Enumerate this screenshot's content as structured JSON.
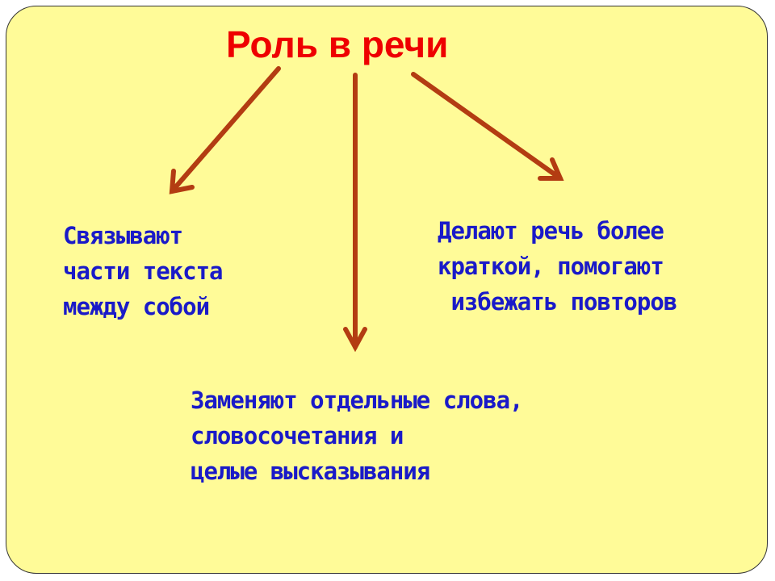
{
  "title": "Роль в речи",
  "colors": {
    "background": "#FFFB98",
    "title": "#EE0000",
    "text": "#1A1AC8",
    "arrow": "#B33C12"
  },
  "branches": [
    {
      "lines": [
        "Связывают",
        "части текста",
        "между собой"
      ]
    },
    {
      "lines": [
        "Делают речь более",
        "краткой, помогают",
        " избежать повторов"
      ]
    },
    {
      "lines": [
        "Заменяют отдельные слова,",
        "словосочетания и",
        "целые высказывания"
      ]
    }
  ]
}
